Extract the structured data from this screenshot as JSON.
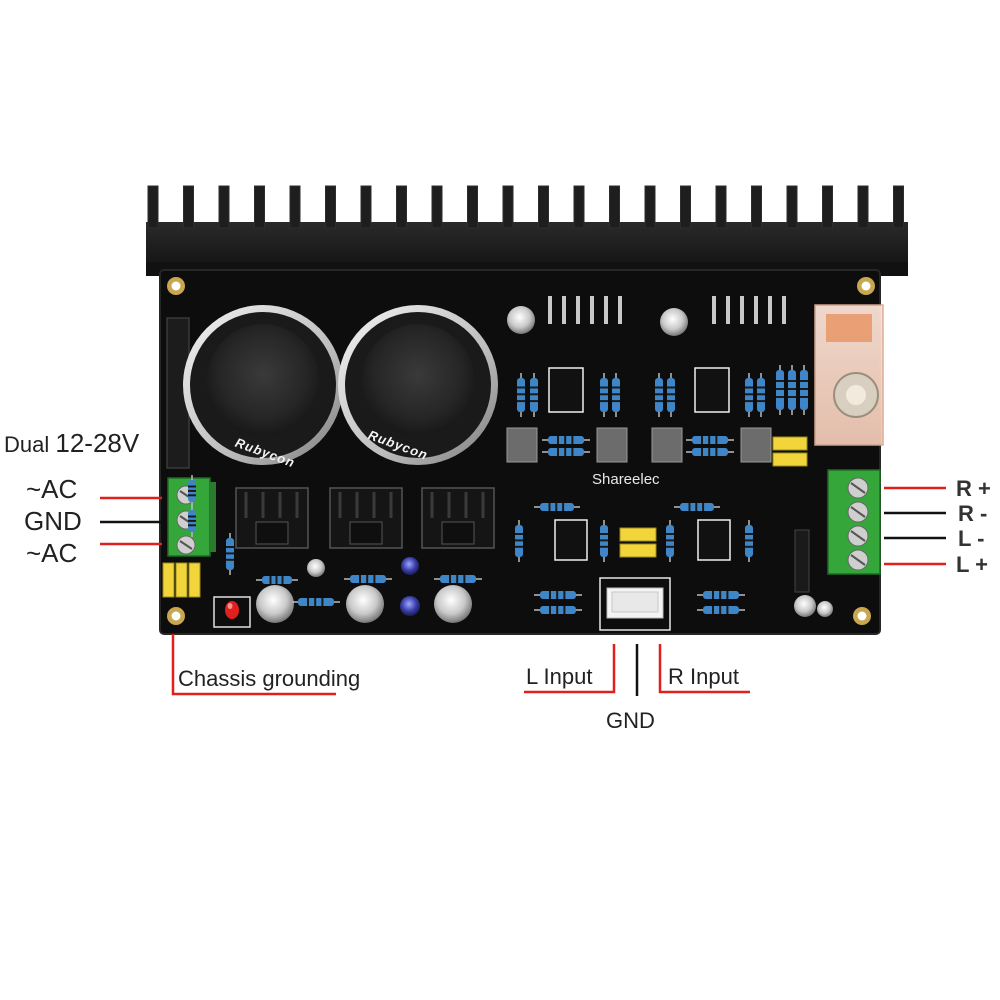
{
  "power_input": {
    "title_prefix": "Dual",
    "title_value": "12-28V",
    "terminals": [
      "~AC",
      "GND",
      "~AC"
    ]
  },
  "speaker_outputs": [
    "R +",
    "R -",
    "L -",
    "L +"
  ],
  "bottom_labels": {
    "chassis": "Chassis grounding",
    "l_input": "L Input",
    "r_input": "R Input",
    "gnd": "GND"
  },
  "board": {
    "brand": "Shareelec",
    "capacitor_brand": "Rubycon"
  },
  "colors": {
    "red_wire": "#e0201c",
    "black_wire": "#111111",
    "pcb": "#0d0d0d",
    "terminal_green": "#35a63a",
    "capacitor_yellow": "#f2d53a",
    "resistor_blue": "#3f86c8"
  }
}
